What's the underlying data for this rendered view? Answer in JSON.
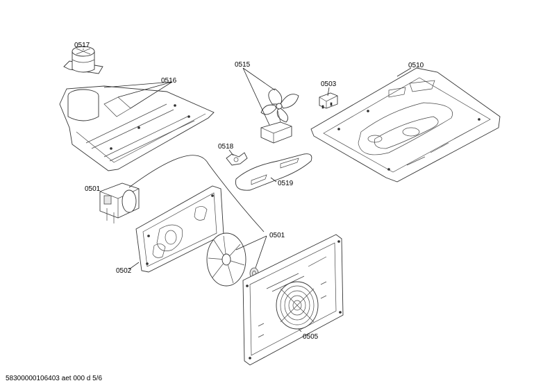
{
  "labels": {
    "p0517": "0517",
    "p0516": "0516",
    "p0515": "0515",
    "p0503": "0503",
    "p0510": "0510",
    "p0518": "0518",
    "p0519": "0519",
    "p0501a": "0501",
    "p0501b": "0501",
    "p0502": "0502",
    "p0505": "0505"
  },
  "footer": {
    "document_id": "58300000106403 aet 000 d 5/6"
  }
}
